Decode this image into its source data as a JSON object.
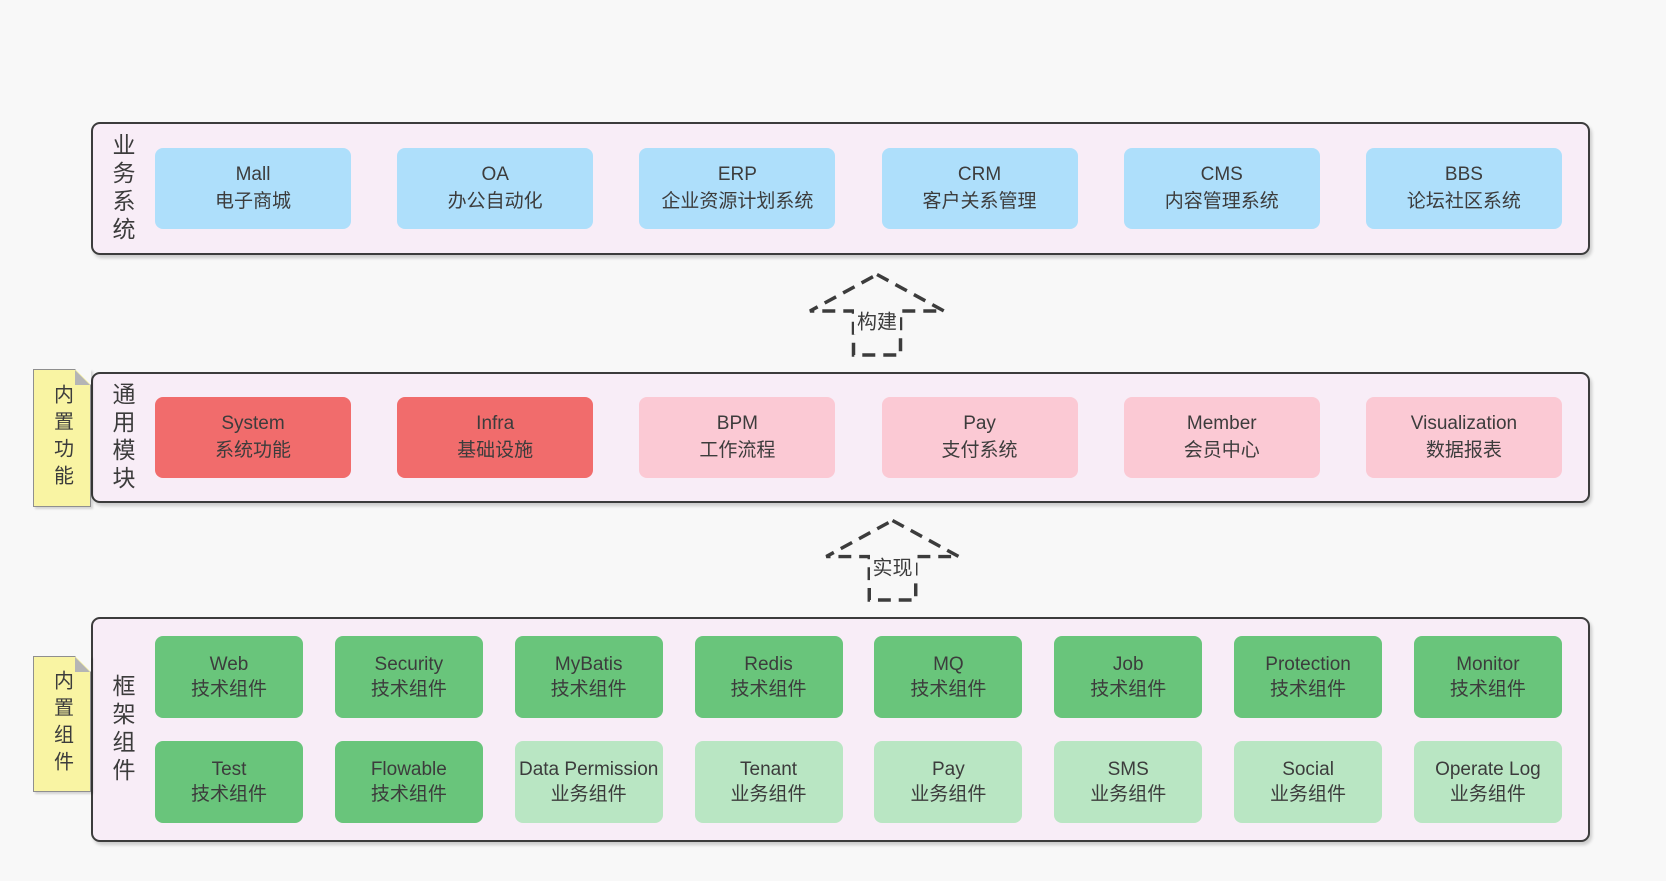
{
  "colors": {
    "page_bg": "#f8f8f8",
    "band_bg": "#f8edf7",
    "band_border": "#3c3c3c",
    "blue": "#aedffb",
    "red": "#f16c6c",
    "pink": "#fbc9d4",
    "green": "#69c57b",
    "light_green": "#b9e6c3",
    "sticky_yellow": "#f9f4a3",
    "text": "#3c3c3c"
  },
  "bands": [
    {
      "label": "业务系统",
      "boxes": [
        {
          "name": "Mall",
          "desc": "电子商城",
          "variant": "blue"
        },
        {
          "name": "OA",
          "desc": "办公自动化",
          "variant": "blue"
        },
        {
          "name": "ERP",
          "desc": "企业资源计划系统",
          "variant": "blue"
        },
        {
          "name": "CRM",
          "desc": "客户关系管理",
          "variant": "blue"
        },
        {
          "name": "CMS",
          "desc": "内容管理系统",
          "variant": "blue"
        },
        {
          "name": "BBS",
          "desc": "论坛社区系统",
          "variant": "blue"
        }
      ]
    },
    {
      "label": "通用模块",
      "sticky": "内置功能",
      "boxes": [
        {
          "name": "System",
          "desc": "系统功能",
          "variant": "red"
        },
        {
          "name": "Infra",
          "desc": "基础设施",
          "variant": "red"
        },
        {
          "name": "BPM",
          "desc": "工作流程",
          "variant": "pink"
        },
        {
          "name": "Pay",
          "desc": "支付系统",
          "variant": "pink"
        },
        {
          "name": "Member",
          "desc": "会员中心",
          "variant": "pink"
        },
        {
          "name": "Visualization",
          "desc": "数据报表",
          "variant": "pink"
        }
      ]
    },
    {
      "label": "框架组件",
      "sticky": "内置组件",
      "rows": [
        [
          {
            "name": "Web",
            "desc": "技术组件",
            "variant": "green"
          },
          {
            "name": "Security",
            "desc": "技术组件",
            "variant": "green"
          },
          {
            "name": "MyBatis",
            "desc": "技术组件",
            "variant": "green"
          },
          {
            "name": "Redis",
            "desc": "技术组件",
            "variant": "green"
          },
          {
            "name": "MQ",
            "desc": "技术组件",
            "variant": "green"
          },
          {
            "name": "Job",
            "desc": "技术组件",
            "variant": "green"
          },
          {
            "name": "Protection",
            "desc": "技术组件",
            "variant": "green"
          },
          {
            "name": "Monitor",
            "desc": "技术组件",
            "variant": "green"
          }
        ],
        [
          {
            "name": "Test",
            "desc": "技术组件",
            "variant": "green"
          },
          {
            "name": "Flowable",
            "desc": "技术组件",
            "variant": "green"
          },
          {
            "name": "Data Permission",
            "desc": "业务组件",
            "variant": "lgreen"
          },
          {
            "name": "Tenant",
            "desc": "业务组件",
            "variant": "lgreen"
          },
          {
            "name": "Pay",
            "desc": "业务组件",
            "variant": "lgreen"
          },
          {
            "name": "SMS",
            "desc": "业务组件",
            "variant": "lgreen"
          },
          {
            "name": "Social",
            "desc": "业务组件",
            "variant": "lgreen"
          },
          {
            "name": "Operate Log",
            "desc": "业务组件",
            "variant": "lgreen"
          }
        ]
      ]
    }
  ],
  "arrows": [
    {
      "label": "构建"
    },
    {
      "label": "实现"
    }
  ]
}
